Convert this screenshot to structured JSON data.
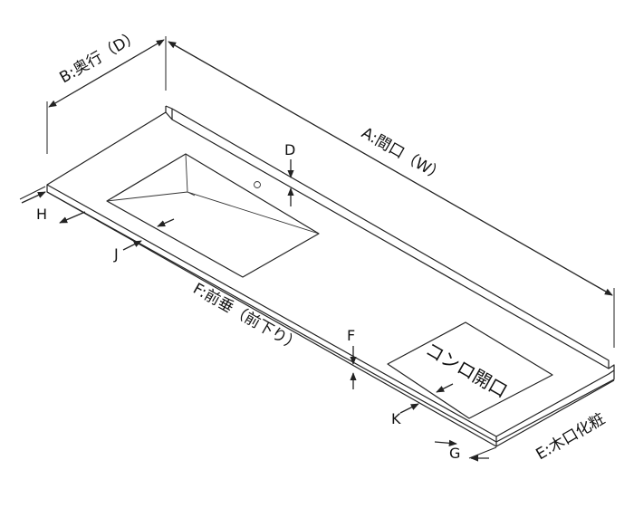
{
  "labels": {
    "a": "A:間口（W）",
    "b": "B:奥行（D）",
    "c": "コンロ開口",
    "d": "D",
    "e": "E:木口化粧",
    "f_text": "F:前垂（前下り）",
    "f": "F",
    "g": "G",
    "h": "H",
    "j": "J",
    "k": "K"
  },
  "colors": {
    "line": "#222222",
    "cooktop_fill": "#d6d6d6",
    "countertop_fill": "#ffffff"
  }
}
